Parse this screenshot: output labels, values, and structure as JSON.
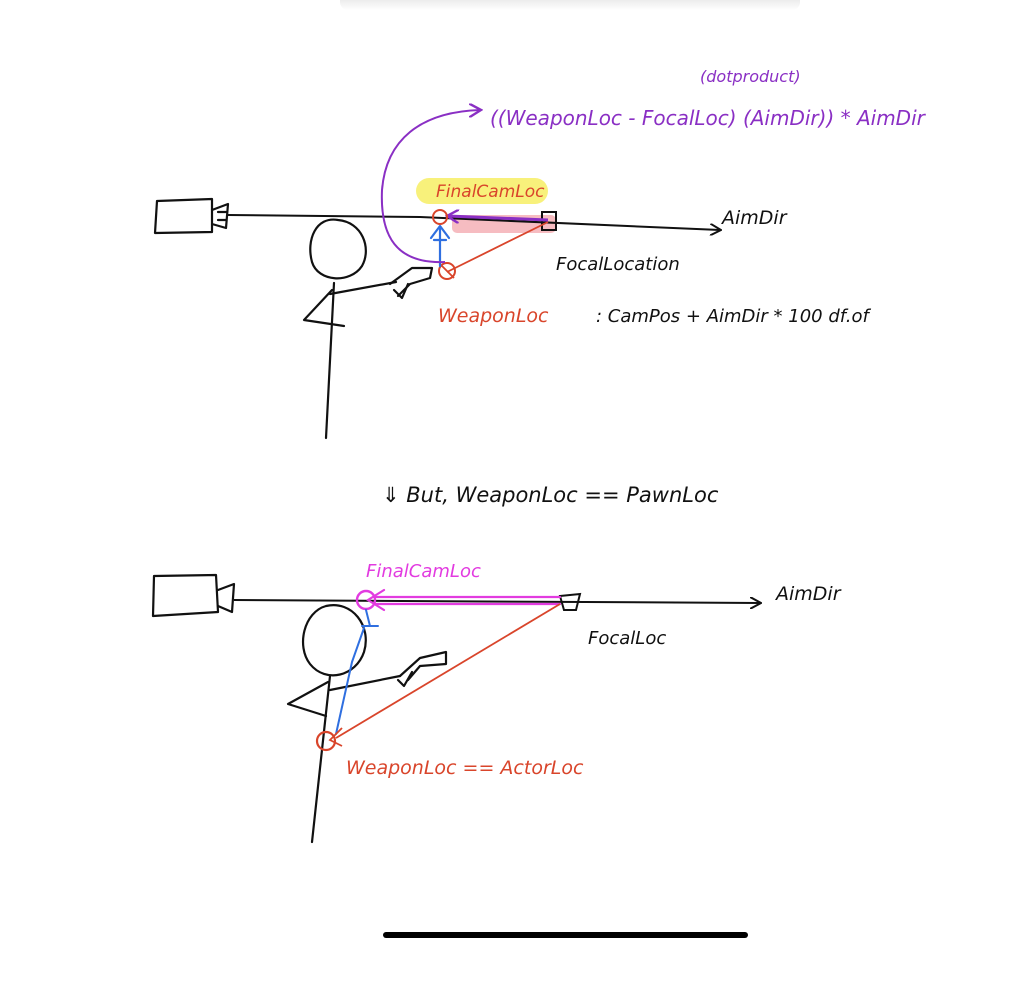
{
  "colors": {
    "ink": "#111111",
    "red": "#d9452b",
    "purple": "#8a2fc4",
    "magenta": "#e23be0",
    "blue": "#2f6fe0",
    "highlight_yellow": "#f6ee5a",
    "highlight_pink": "#f2a0a6"
  },
  "diagram_top": {
    "formula_note": "(dotproduct)",
    "formula": "((WeaponLoc - FocalLoc) (AimDir)) * AimDir",
    "final_cam_label": "FinalCamLoc",
    "aim_dir_label": "AimDir",
    "focal_location_label": "FocalLocation",
    "focal_location_eq": ": CamPos + AimDir * 100 df.of",
    "weapon_loc_label": "WeaponLoc"
  },
  "transition_text": "⇓ But, WeaponLoc == PawnLoc",
  "diagram_bottom": {
    "final_cam_label": "FinalCamLoc",
    "aim_dir_label": "AimDir",
    "focal_loc_label": "FocalLoc",
    "weapon_loc_label": "WeaponLoc == ActorLoc"
  }
}
